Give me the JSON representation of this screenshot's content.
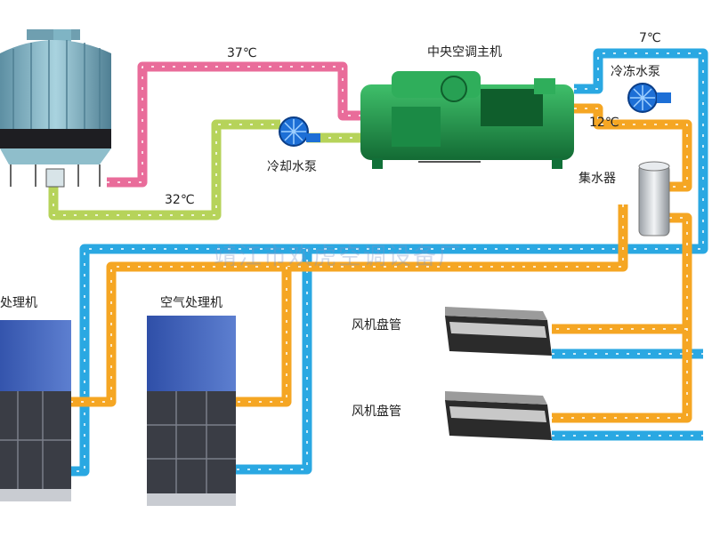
{
  "labels": {
    "chiller": "中央空调主机",
    "chilled_pump": "冷冻水泵",
    "cooling_pump": "冷却水泵",
    "collector": "集水器",
    "ahu_left": "处理机",
    "ahu_right": "空气处理机",
    "fcu_top": "风机盘管",
    "fcu_bottom": "风机盘管"
  },
  "temps": {
    "cooling_supply": "37℃",
    "cooling_return": "32℃",
    "chilled_supply": "7℃",
    "chilled_return": "12℃"
  },
  "watermark": "靖江市欢虎空调设备厂",
  "colors": {
    "pink_pipe": "#e96c9a",
    "green_pipe": "#b6d35a",
    "blue_pipe": "#2aa8e2",
    "orange_pipe": "#f5a623",
    "tower": "#7fb4c4",
    "chiller": "#1f9a4e",
    "ahu": "#3d5fb8",
    "pump": "#1d6fd6"
  }
}
